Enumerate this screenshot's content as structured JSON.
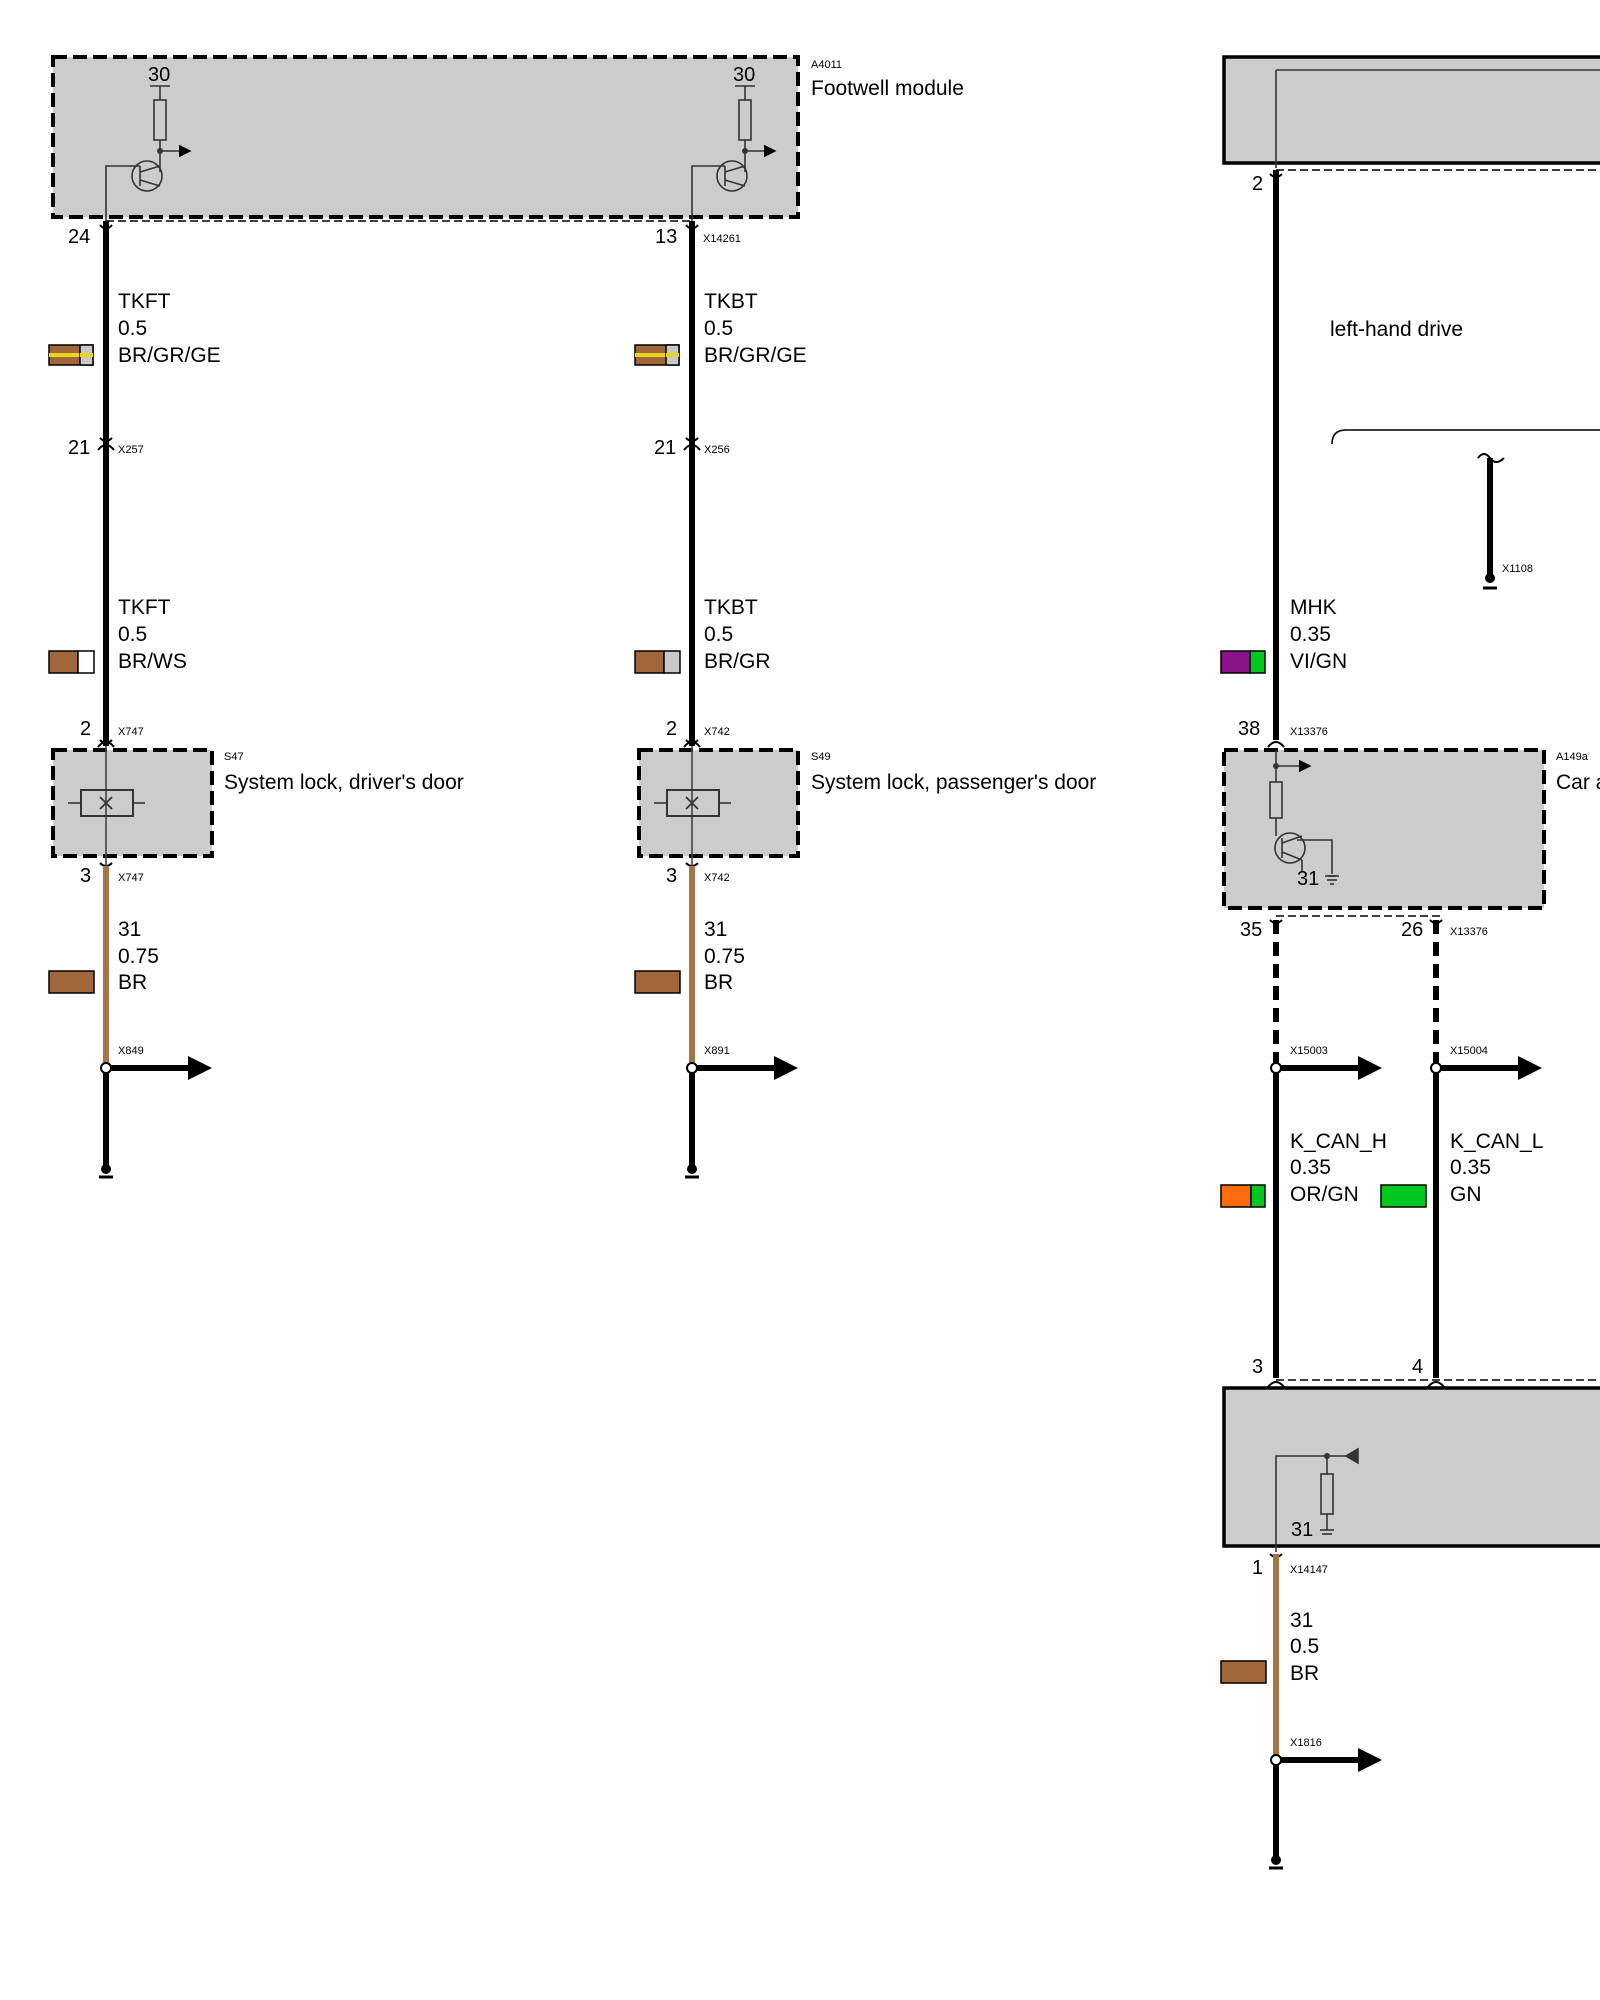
{
  "colors": {
    "module_fill": "#cccccc",
    "wire_black": "#000000",
    "wire_brown": "#a57449",
    "brown": "#a0673a",
    "yellow": "#e8d51e",
    "grey": "#c8c8c8",
    "white": "#ffffff",
    "violet": "#8a138a",
    "green": "#00c81e",
    "orange": "#ff6a0a"
  },
  "components": {
    "footwell": {
      "code": "A4011",
      "label": "Footwell module",
      "terminal_left": "30",
      "terminal_right": "30"
    },
    "s47": {
      "code": "S47",
      "label": "System lock, driver's door"
    },
    "s49": {
      "code": "S49",
      "label": "System lock, passenger's door"
    },
    "a149a": {
      "code": "A149a",
      "label": "Car a",
      "ground_terminal": "31"
    },
    "bottom_module": {
      "ground_terminal": "31"
    }
  },
  "note": "left-hand drive",
  "wires": {
    "tkft_top": {
      "signal": "TKFT",
      "size": "0.5",
      "color": "BR/GR/GE"
    },
    "tkbt_top": {
      "signal": "TKBT",
      "size": "0.5",
      "color": "BR/GR/GE"
    },
    "tkft_mid": {
      "signal": "TKFT",
      "size": "0.5",
      "color": "BR/WS"
    },
    "tkbt_mid": {
      "signal": "TKBT",
      "size": "0.5",
      "color": "BR/GR"
    },
    "gnd_s47": {
      "signal": "31",
      "size": "0.75",
      "color": "BR"
    },
    "gnd_s49": {
      "signal": "31",
      "size": "0.75",
      "color": "BR"
    },
    "mhk": {
      "signal": "MHK",
      "size": "0.35",
      "color": "VI/GN"
    },
    "kcan_h": {
      "signal": "K_CAN_H",
      "size": "0.35",
      "color": "OR/GN"
    },
    "kcan_l": {
      "signal": "K_CAN_L",
      "size": "0.35",
      "color": "GN"
    },
    "gnd_bottom": {
      "signal": "31",
      "size": "0.5",
      "color": "BR"
    }
  },
  "pins": {
    "p24": "24",
    "p13": "13",
    "p21a": "21",
    "p21b": "21",
    "p2a": "2",
    "p2b": "2",
    "p3a": "3",
    "p3b": "3",
    "p2r": "2",
    "p38": "38",
    "p35": "35",
    "p26": "26",
    "p3r": "3",
    "p4r": "4",
    "p1r": "1"
  },
  "connectors": {
    "x14261": "X14261",
    "x257": "X257",
    "x256": "X256",
    "x747a": "X747",
    "x747b": "X747",
    "x742a": "X742",
    "x742b": "X742",
    "x849": "X849",
    "x891": "X891",
    "x1108": "X1108",
    "x13376a": "X13376",
    "x13376b": "X13376",
    "x15003": "X15003",
    "x15004": "X15004",
    "x14147": "X14147",
    "x1816": "X1816"
  }
}
